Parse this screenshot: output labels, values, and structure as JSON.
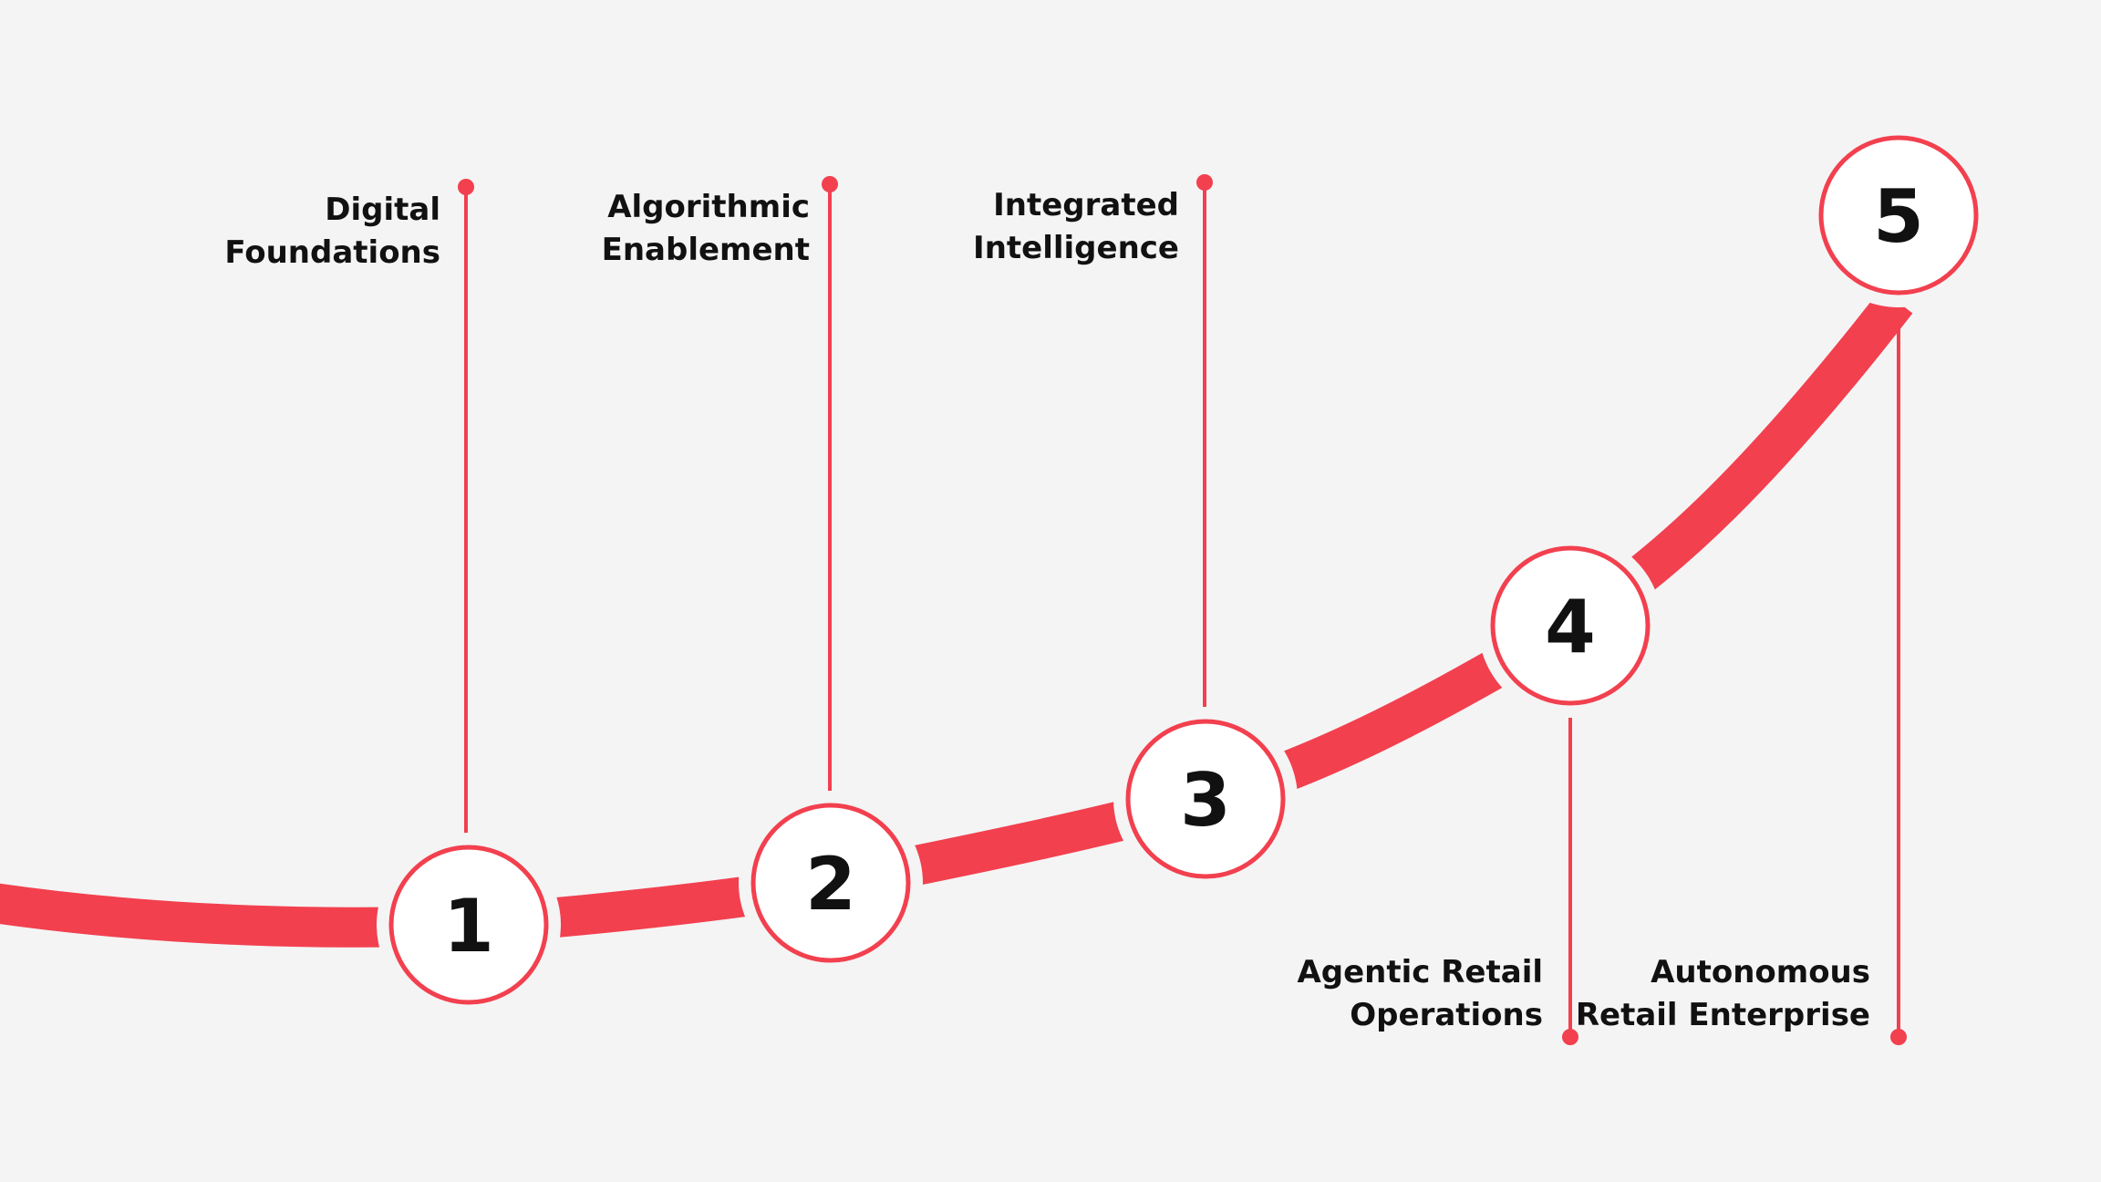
{
  "colors": {
    "background": "#f4f4f4",
    "accent": "#f2404f",
    "text": "#111111",
    "circle_fill": "#ffffff"
  },
  "stages": [
    {
      "number": "1",
      "label_lines": [
        "Digital",
        "Foundations"
      ]
    },
    {
      "number": "2",
      "label_lines": [
        "Algorithmic",
        "Enablement"
      ]
    },
    {
      "number": "3",
      "label_lines": [
        "Integrated",
        "Intelligence"
      ]
    },
    {
      "number": "4",
      "label_lines": [
        "Agentic Retail",
        "Operations"
      ]
    },
    {
      "number": "5",
      "label_lines": [
        "Autonomous",
        "Retail Enterprise"
      ]
    }
  ]
}
